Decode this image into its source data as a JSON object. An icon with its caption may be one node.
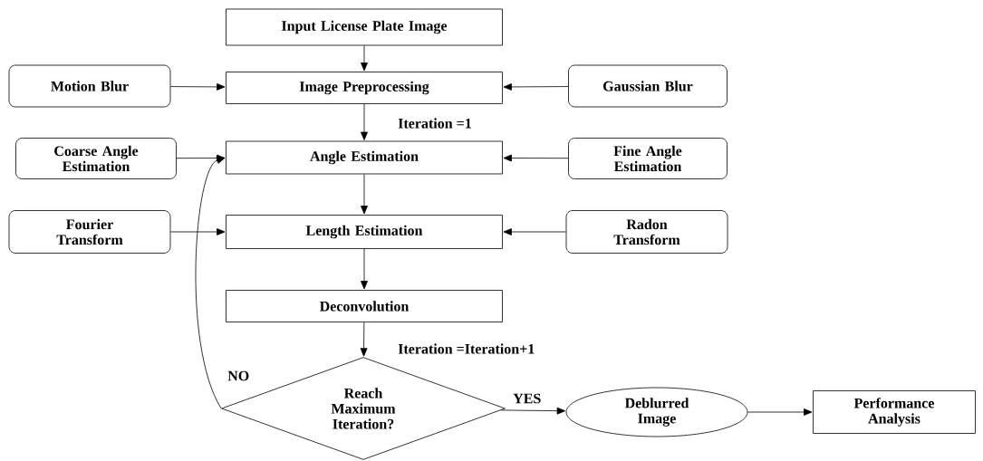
{
  "diagram": {
    "nodes": [
      {
        "text": [
          "Input License Plate Image"
        ]
      },
      {
        "text": [
          "Motion Blur"
        ]
      },
      {
        "text": [
          "Image Preprocessing"
        ]
      },
      {
        "text": [
          "Gaussian Blur"
        ]
      },
      {
        "text": [
          "Coarse Angle Estimation"
        ]
      },
      {
        "text": [
          "Angle Estimation"
        ]
      },
      {
        "text": [
          "Fine Angle Estimation"
        ]
      },
      {
        "text": [
          "Fourier Transform"
        ]
      },
      {
        "text": [
          "Length Estimation"
        ]
      },
      {
        "text": [
          "Radon Transform"
        ]
      },
      {
        "text": [
          "Deconvolution"
        ]
      },
      {
        "text": [
          "Reach Maximum Iteration?"
        ]
      },
      {
        "text": [
          "Deblurred Image"
        ]
      },
      {
        "text": [
          "Performance Analysis"
        ]
      }
    ],
    "edges": [
      {
        "from": 0,
        "to": 2,
        "arrow": "to"
      },
      {
        "from": 1,
        "to": 2,
        "arrow": "to"
      },
      {
        "from": 3,
        "to": 2,
        "arrow": "to"
      },
      {
        "from": 2,
        "to": 5,
        "arrow": "to",
        "label": "Iteration =1"
      },
      {
        "from": 4,
        "to": 5,
        "arrow": "to"
      },
      {
        "from": 6,
        "to": 5,
        "arrow": "to"
      },
      {
        "from": 5,
        "to": 8,
        "arrow": "to"
      },
      {
        "from": 7,
        "to": 8,
        "arrow": "to"
      },
      {
        "from": 9,
        "to": 8,
        "arrow": "to"
      },
      {
        "from": 8,
        "to": 10,
        "arrow": "to"
      },
      {
        "from": 10,
        "to": 11,
        "arrow": "to",
        "label": "Iteration =Iteration+1"
      },
      {
        "from": 11,
        "to": 5,
        "arrow": "to",
        "label": "NO"
      },
      {
        "from": 11,
        "to": 12,
        "arrow": "to",
        "label": "YES"
      },
      {
        "from": 12,
        "to": 13,
        "arrow": "to"
      }
    ]
  }
}
